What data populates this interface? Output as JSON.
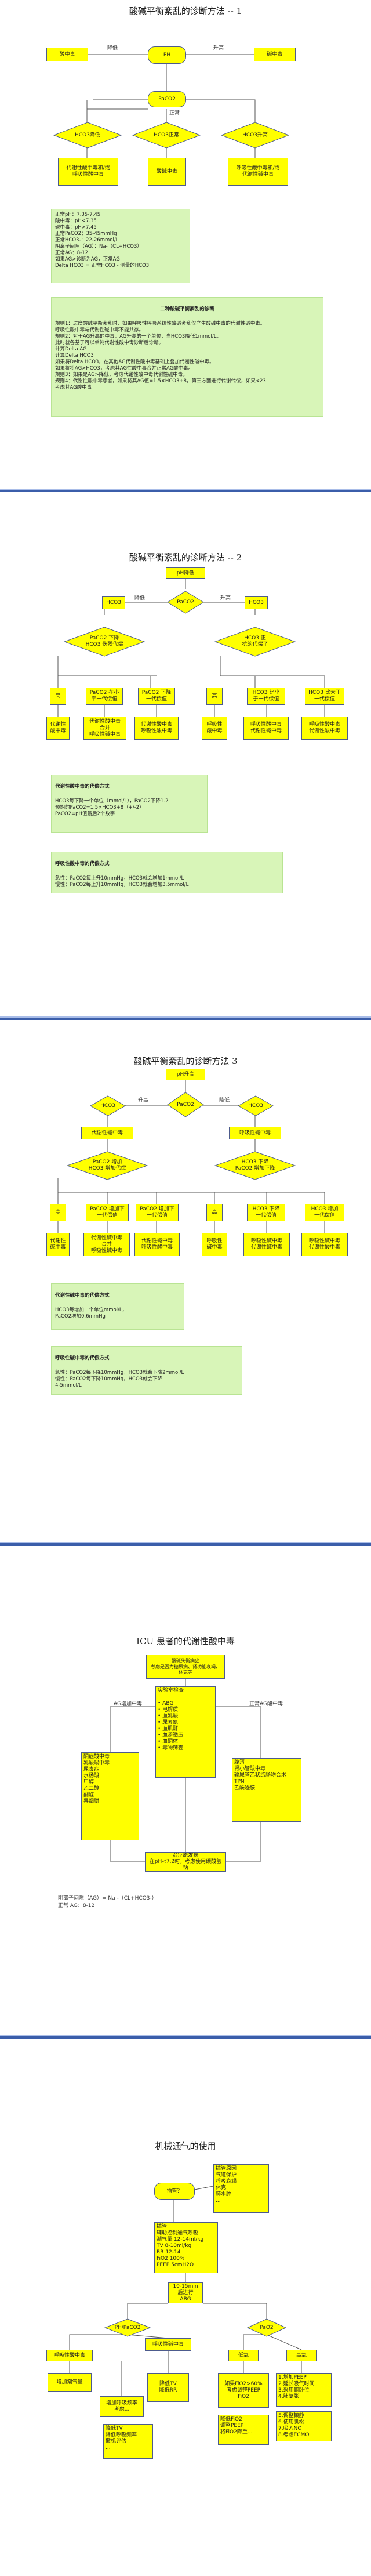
{
  "slide1": {
    "title": "酸碱平衡紊乱的诊断方法 -- 1",
    "ph": "PH",
    "acidosis": "酸中毒",
    "alkalosis": "碱中毒",
    "lbl_low": "降低",
    "lbl_high": "升高",
    "lbl_normal": "正常",
    "paco2": "PaCO2",
    "hco3_low": "HCO3降低",
    "hco3_normal": "HCO3正常",
    "hco3_high": "HCO3升高",
    "res_left": "代谢性酸中毒和/或\n呼吸性酸中毒",
    "res_mid": "酸碱中毒",
    "res_right": "呼吸性酸中毒和/或\n代谢性碱中毒",
    "normals": "正常pH：7.35-7.45\n酸中毒：pH<7.35\n碱中毒：pH>7.45\n正常PaCO2：35-45mmHg\n正常HCO3-：22-26mmol/L\n阴离子间隙（AG）：Na-（CL+HCO3）\n正常AG：8-12\n如果AG>诊断为AG，正常AG\nDelta HCO3 = 正常HCO3 - 测量的HCO3",
    "rules_title": "二种酸碱平衡紊乱的诊断",
    "rules": "规则1：过度酸碱平衡紊乱时，如果呼吸性呼吸系统性酸碱紊乱仅产生酸碱中毒的代谢性碱中毒。\n呼吸性酸中毒与代谢性碱中毒不能共存。\n规则2：对于AG升高的中毒，AG升高的一个单位，当HCO3降低1mmol/L，\n此时就各基于可以单纯代谢性酸中毒诊断后诊断。\n计算Delta AG\n计算Delta HCO3\n如果将Delta HCO3，在其他AG代谢性酸中毒基础上叠加代谢性碱中毒。\n如果将将AG>HCO3，考虑其AG性酸中毒合并正常AG酸中毒。\n规则3：如果是AG>降低，考虑代谢性酸中毒代谢性碱中毒。\n规则4：代谢性酸中毒患者，如果将其AG值=1.5×HCO3+8，第三方面进行代谢代偿，如果<23\n考虑其AG酸中毒"
  },
  "slide2": {
    "title": "酸碱平衡紊乱的诊断方法 -- 2",
    "ph_low": "pH降低",
    "hco3_left": "HCO3",
    "paco2": "PaCO2",
    "hco3_right": "HCO3",
    "lbl_low": "降低",
    "lbl_high": "升高",
    "d_left": "PaCO2 下降\nHCO3 伤残代偿",
    "d_right": "HCO3 正\n抗的代偿了",
    "n1": "高",
    "n2": "PaCO2 在小\n平一代偿值",
    "n3": "PaCO2 下降\n一代偿值",
    "n4": "高",
    "n5": "HCO3 比小\n于一代偿值",
    "n6": "HCO3 比大于\n一代偿值",
    "r1": "代谢性\n酸中毒",
    "r2": "代谢性酸中毒\n合并\n呼吸性碱中毒",
    "r3": "代谢性酸中毒\n呼吸性酸中毒",
    "r4": "呼吸性\n酸中毒",
    "r5": "呼吸性酸中毒\n代谢性碱中毒",
    "r6": "呼吸性酸中毒\n代谢性酸中毒",
    "comp1_title": "代谢性酸中毒的代偿方式",
    "comp1": "HCO3每下降一个单位（mmol/L），PaCO2下降1.2\n预期的PaCO2=1.5×HCO3+8（+/-2）\nPaCO2=pH值最后2个数字",
    "comp2_title": "呼吸性酸中毒的代偿方式",
    "comp2": "急性：PaCO2每上升10mmHg，HCO3就会增加1mmol/L\n慢性：PaCO2每上升10mmHg，HCO3就会增加3.5mmol/L"
  },
  "slide3": {
    "title": "酸碱平衡紊乱的诊断方法 3",
    "ph_high": "pH升高",
    "hco3": "HCO3",
    "paco2": "PaCO2",
    "hco3_right": "HCO3",
    "lbl_high": "升高",
    "lbl_low": "降低",
    "top_left": "代谢性碱中毒",
    "top_right": "呼吸性碱中毒",
    "d_left": "PaCO2 增加\nHCO3 增加代偿",
    "d_right": "HCO3 下降\nPaCO2 增加下降",
    "n1": "高",
    "n2": "PaCO2 增加下\n一代偿值",
    "n3": "PaCO2 增加下\n一代偿值",
    "n4": "高",
    "n5": "HCO3 下降\n一代偿值",
    "n6": "HCO3 增加\n一代偿值",
    "r1": "代谢性\n碱中毒",
    "r2": "代谢性碱中毒\n合并\n呼吸性碱中毒",
    "r3": "代谢性碱中毒\n呼吸性酸中毒",
    "r4": "呼吸性\n碱中毒",
    "r5": "呼吸性碱中毒\n代谢性碱中毒",
    "r6": "呼吸性碱中毒\n代谢性酸中毒",
    "comp1_title": "代谢性碱中毒的代偿方式",
    "comp1": "HCO3每增加一个单位mmol/L，\nPaCO2增加0.6mmHg",
    "comp2_title": "呼吸性碱中毒的代偿方式",
    "comp2": "急性：PaCO2每下降10mmHg，HCO3就会下降2mmol/L\n慢性：PaCO2每下降10mmHg，HCO3就会下降\n4-5mmol/L"
  },
  "slide4": {
    "title": "ICU 患者的代谢性酸中毒",
    "top": "酸碱失衡病史\n考虑是否为糖尿病、肾功能衰竭、\n休克等",
    "lbl_left": "AG增加中毒",
    "lbl_right": "正常AG酸中毒",
    "mid": "实验室检查\n\n• ABG\n• 电解质\n• 血乳酸\n• 尿素氮\n• 血肌酐\n• 血渗透压\n• 血酮体\n• 毒物筛查",
    "left": "酮症酸中毒\n乳酸酸中毒\n尿毒症\n水杨酸\n甲醇\n乙二醇\n副醛\n异烟肼",
    "right": "腹泻\n肾小管酸中毒\n输尿管乙状结肠吻合术\nTPN\n乙酰唑胺",
    "bottom": "治疗原发病\n在pH<7.2时，考虑使用碳酸氢钠",
    "note": "阴离子间隙（AG）= Na -（CL+HCO3-）\n正常 AG：8-12"
  },
  "slide5": {
    "title": "机械通气的使用",
    "start": "插管？",
    "intub": "插管\n辅助控制通气呼吸\n潮气量 12-14ml/kg\nTV 8-10ml/kg\nRR 12-14\nFiO2 100%\nPEEP  5cmH2O",
    "reasons": "插管原因\n气道保护\n呼吸衰竭\n休克\n肺水肿\n...",
    "abg": "10-15min后进行\nABG",
    "ph": "PH/PaCO2",
    "pao2": "PaO2",
    "b_resp_acid": "呼吸性酸中毒",
    "b_resp_alk": "呼吸性碱中毒",
    "b_low": "低氧",
    "b_high": "高氧",
    "r1": "增加潮气量",
    "r2": "增加呼吸频率\n考虑...",
    "r3": "降低TV\n降低RR",
    "r4": "如果FiO2>60%\n考虑调整PEEP\nFiO2",
    "r5": "降低FiO2\n调整PEEP\n将FiO2降至...",
    "r6": "1.增加PEEP\n2.延长吸气时间\n3.采用俯卧位\n4.肺复张",
    "bottom_l": "降低TV\n降低呼吸频率\n撤机评估\n...",
    "bottom_r": "5.调整镇静\n6.使用肌松\n7.吸入NO\n8.考虑ECMO"
  }
}
